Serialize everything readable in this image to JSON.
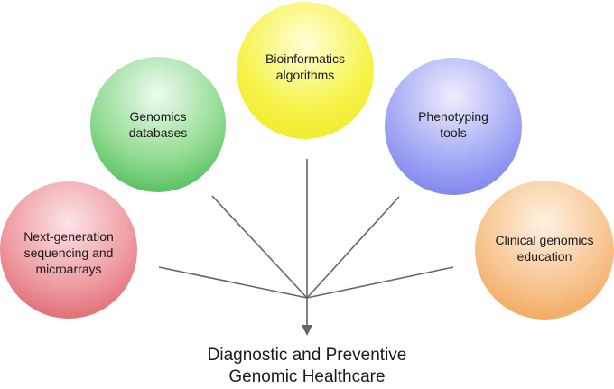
{
  "diagram": {
    "inputs": [
      {
        "id": "ngs",
        "label": "Next-generation\nsequencing and\nmicroarrays",
        "color": "#d8535c"
      },
      {
        "id": "genomics",
        "label": "Genomics\ndatabases",
        "color": "#36b046"
      },
      {
        "id": "bioinf",
        "label": "Bioinformatics\nalgorithms",
        "color": "#ece81a"
      },
      {
        "id": "pheno",
        "label": "Phenotyping\ntools",
        "color": "#6b73ea"
      },
      {
        "id": "clinical",
        "label": "Clinical genomics\neducation",
        "color": "#ef9a45"
      }
    ],
    "outcome": "Diagnostic and Preventive\nGenomic Healthcare",
    "line_color": "#666666"
  }
}
